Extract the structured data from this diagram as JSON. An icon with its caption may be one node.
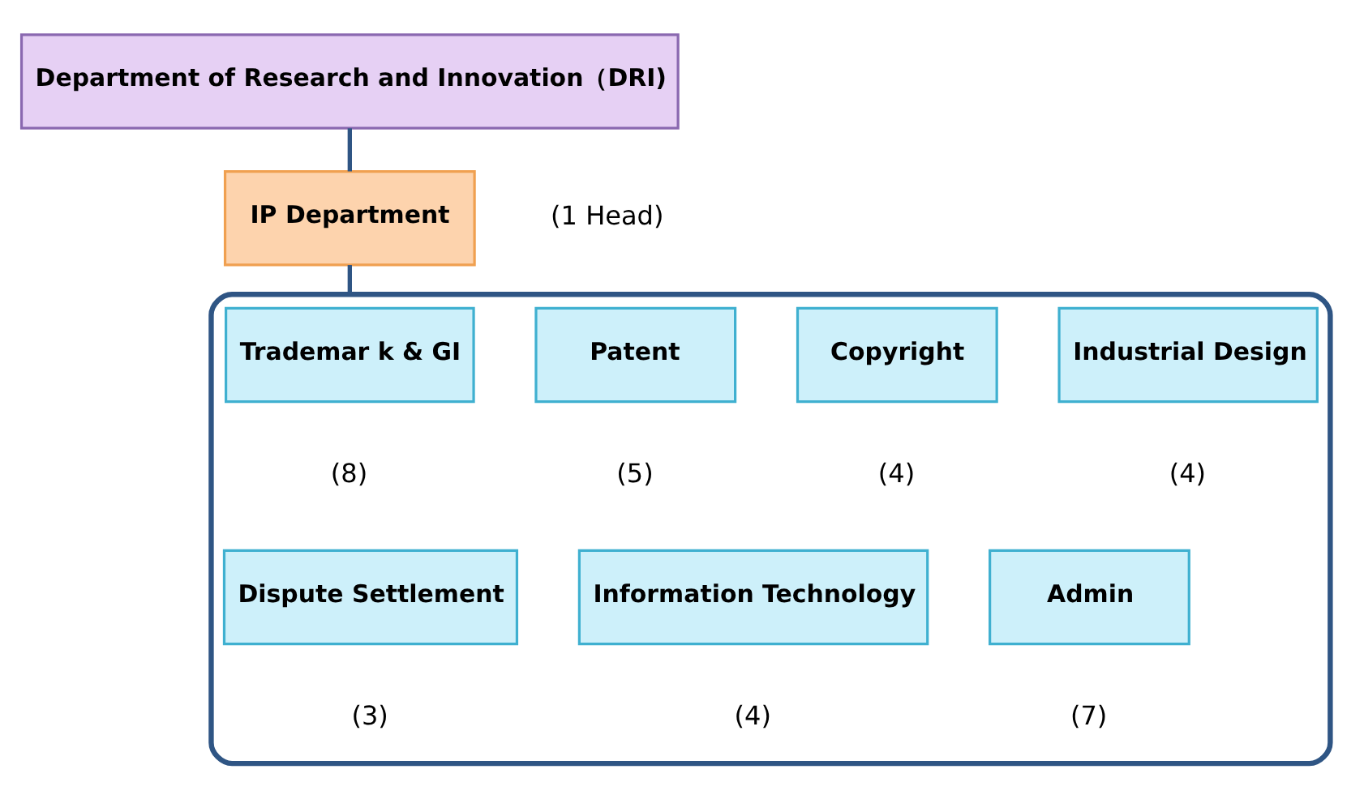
{
  "diagram": {
    "nodes": [
      {
        "text": [
          "Department of Research and Innovation（DRI)"
        ]
      },
      {
        "text": [
          "IP Department"
        ],
        "beside": [
          "(1 Head)"
        ]
      },
      {
        "text": [],
        "shape": "box"
      },
      {
        "text": [
          "Trademar k & GI"
        ],
        "in": 2,
        "beside": [
          "(8)"
        ]
      },
      {
        "text": [
          "Patent"
        ],
        "in": 2,
        "beside": [
          "(5)"
        ]
      },
      {
        "text": [
          "Copyright"
        ],
        "in": 2,
        "beside": [
          "(4)"
        ]
      },
      {
        "text": [
          "Industrial Design"
        ],
        "in": 2,
        "beside": [
          "(4)"
        ]
      },
      {
        "text": [
          "Dispute Settlement"
        ],
        "in": 2,
        "beside": [
          "(3)"
        ]
      },
      {
        "text": [
          "Information Technology"
        ],
        "in": 2,
        "beside": [
          "(4)"
        ]
      },
      {
        "text": [
          "Admin"
        ],
        "in": 2,
        "beside": [
          "(7)"
        ]
      }
    ],
    "edges": [
      {
        "from": 0,
        "to": 1,
        "arrow": "none"
      },
      {
        "from": 1,
        "to": 2,
        "arrow": "none"
      }
    ]
  }
}
